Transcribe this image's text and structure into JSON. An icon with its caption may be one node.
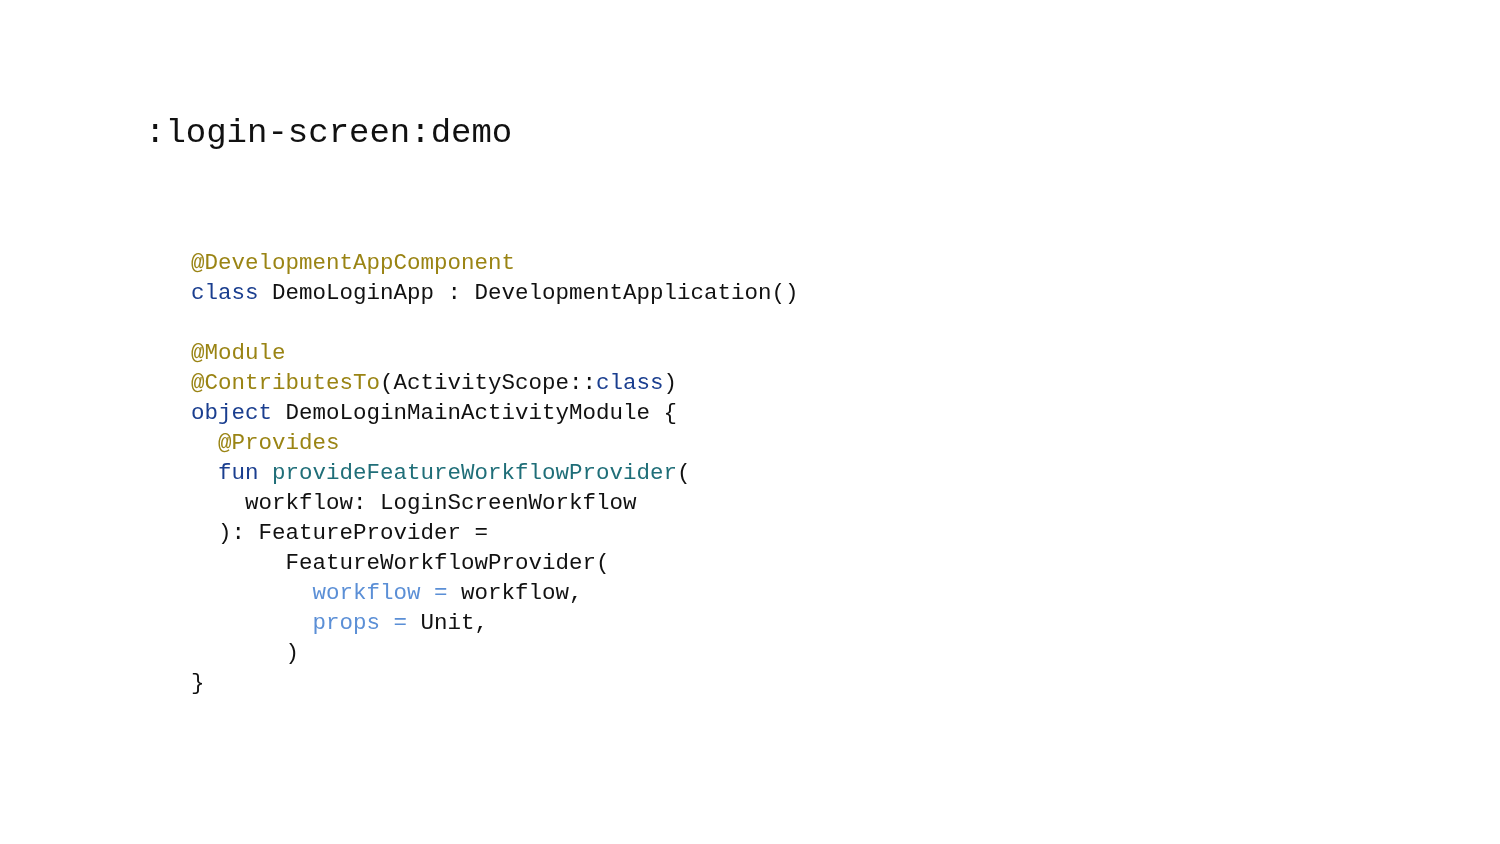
{
  "diagram": {
    "title": ":login-screen:demo",
    "labels": [
      "@DevelopmentAppComponent",
      "class DemoLoginApp : DevelopmentApplication()",
      "@Module",
      "@ContributesTo(ActivityScope::class)",
      "object DemoLoginMainActivityModule {",
      "@Provides",
      "fun provideFeatureWorkflowProvider(",
      "workflow: LoginScreenWorkflow",
      "): FeatureProvider =",
      "FeatureWorkflowProvider(",
      "workflow = workflow,",
      "props = Unit,",
      ")",
      "}"
    ]
  }
}
